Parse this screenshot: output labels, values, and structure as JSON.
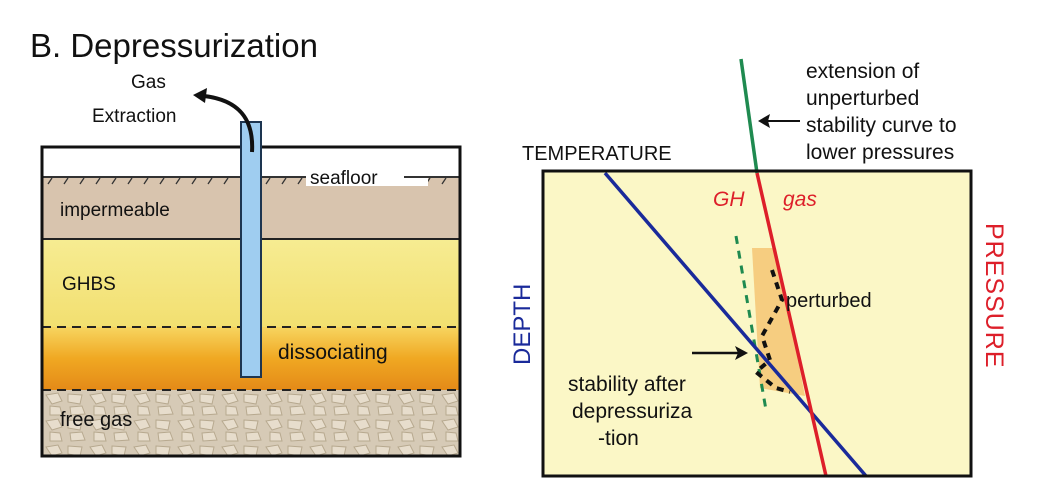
{
  "title": "B. Depressurization",
  "left_panel": {
    "gas_extraction_line1": "Gas",
    "gas_extraction_line2": "Extraction",
    "layers": {
      "seafloor": "seafloor",
      "impermeable": "impermeable",
      "ghbs": "GHBS",
      "dissociating": "dissociating",
      "free_gas": "free gas"
    }
  },
  "right_panel": {
    "temperature_label": "TEMPERATURE",
    "depth_label": "DEPTH",
    "pressure_label": "PRESSURE",
    "gh_label": "GH",
    "gas_label": "gas",
    "perturbed_label": "perturbed",
    "extension_note": [
      "extension of",
      "unperturbed",
      "stability curve to",
      "lower pressures"
    ],
    "stability_note": [
      "stability after",
      "depressuriza",
      "-tion"
    ]
  },
  "colors": {
    "impermeable": "#d8c4ae",
    "ghbs_yellow": "#f3e88a",
    "dissociating_orange": "#f0a020",
    "free_gas": "#d4c8b4",
    "panel_fill": "#fbf7c6",
    "perturbed_fill": "#f5c878",
    "geotherm_blue": "#1a2a9a",
    "stability_red": "#dd1f2a",
    "extension_green": "#1f8a50",
    "pipe_blue": "#9fcdf0"
  }
}
